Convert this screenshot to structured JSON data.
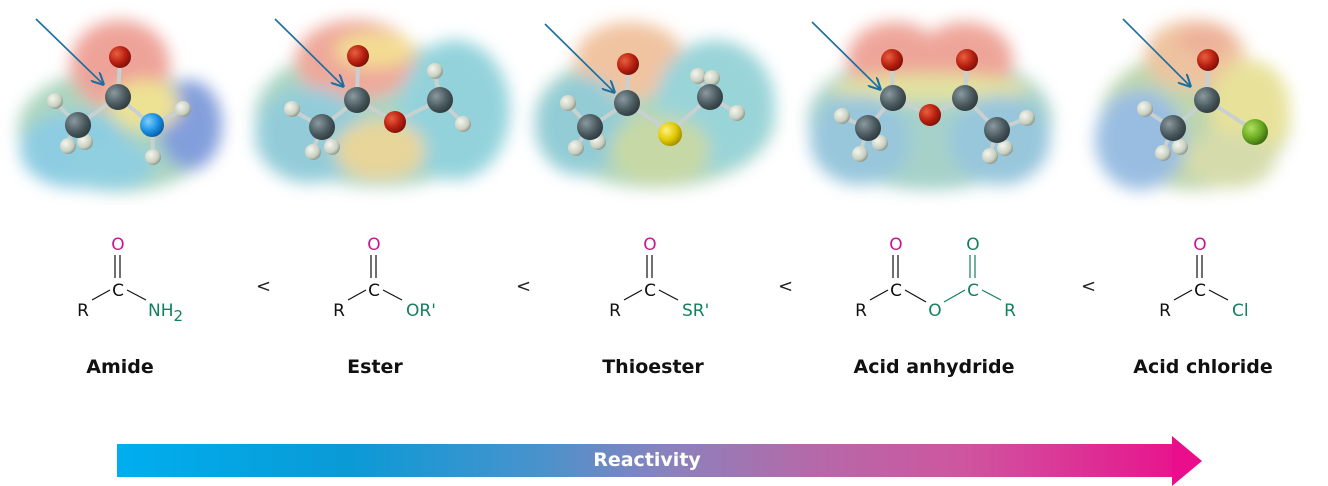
{
  "colors": {
    "carbonyl_oxygen": "#c8188c",
    "leaving_group": "#13805f",
    "bond": "#111111",
    "pointer_arrow": "#1a6fa0",
    "gradient_start": "#00aeef",
    "gradient_end": "#ea0d8c"
  },
  "compounds": [
    {
      "name": "Amide",
      "R": "R",
      "C": "C",
      "O": "O",
      "group": "NH",
      "group_sub": "2"
    },
    {
      "name": "Ester",
      "R": "R",
      "C": "C",
      "O": "O",
      "group": "OR'"
    },
    {
      "name": "Thioester",
      "R": "R",
      "C": "C",
      "O": "O",
      "group": "SR'"
    },
    {
      "name": "Acid anhydride",
      "R": "R",
      "C": "C",
      "O": "O",
      "bridge_O": "O",
      "C2": "C",
      "O2": "O",
      "R2": "R"
    },
    {
      "name": "Acid chloride",
      "R": "R",
      "C": "C",
      "O": "O",
      "group": "Cl"
    }
  ],
  "comparators": [
    "<",
    "<",
    "<",
    "<"
  ],
  "reactivity_arrow": {
    "label": "Reactivity"
  },
  "models": [
    {
      "label": "amide-electrostatic-potential-map"
    },
    {
      "label": "ester-electrostatic-potential-map"
    },
    {
      "label": "thioester-electrostatic-potential-map"
    },
    {
      "label": "acid-anhydride-electrostatic-potential-map"
    },
    {
      "label": "acid-chloride-electrostatic-potential-map"
    }
  ]
}
